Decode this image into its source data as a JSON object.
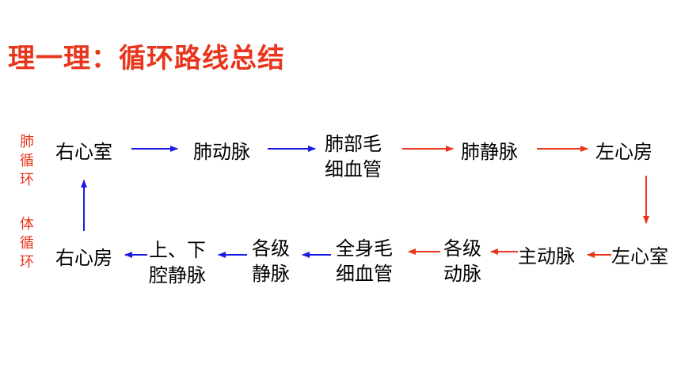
{
  "title": "理一理：循环路线总结",
  "labels": {
    "pulmonary": [
      "肺",
      "循",
      "环"
    ],
    "systemic": [
      "体",
      "循",
      "环"
    ]
  },
  "pulmonary_nodes": [
    {
      "id": "right-ventricle",
      "lines": [
        "右心室"
      ]
    },
    {
      "id": "pulmonary-artery",
      "lines": [
        "肺动脉"
      ]
    },
    {
      "id": "lung-capillaries",
      "lines": [
        "肺部毛",
        "细血管"
      ]
    },
    {
      "id": "pulmonary-vein",
      "lines": [
        "肺静脉"
      ]
    },
    {
      "id": "left-atrium",
      "lines": [
        "左心房"
      ]
    }
  ],
  "systemic_nodes": [
    {
      "id": "right-atrium",
      "lines": [
        "右心房"
      ]
    },
    {
      "id": "vena-cava",
      "lines": [
        "上、下",
        "腔静脉"
      ]
    },
    {
      "id": "veins",
      "lines": [
        "各级",
        "静脉"
      ]
    },
    {
      "id": "body-capillaries",
      "lines": [
        "全身毛",
        "细血管"
      ]
    },
    {
      "id": "arteries",
      "lines": [
        "各级",
        "动脉"
      ]
    },
    {
      "id": "aorta",
      "lines": [
        "主动脉"
      ]
    },
    {
      "id": "left-ventricle",
      "lines": [
        "左心室"
      ]
    }
  ],
  "colors": {
    "title": "#e8351b",
    "arterial_arrow": "#e8351b",
    "venous_arrow": "#1a1ae6"
  }
}
